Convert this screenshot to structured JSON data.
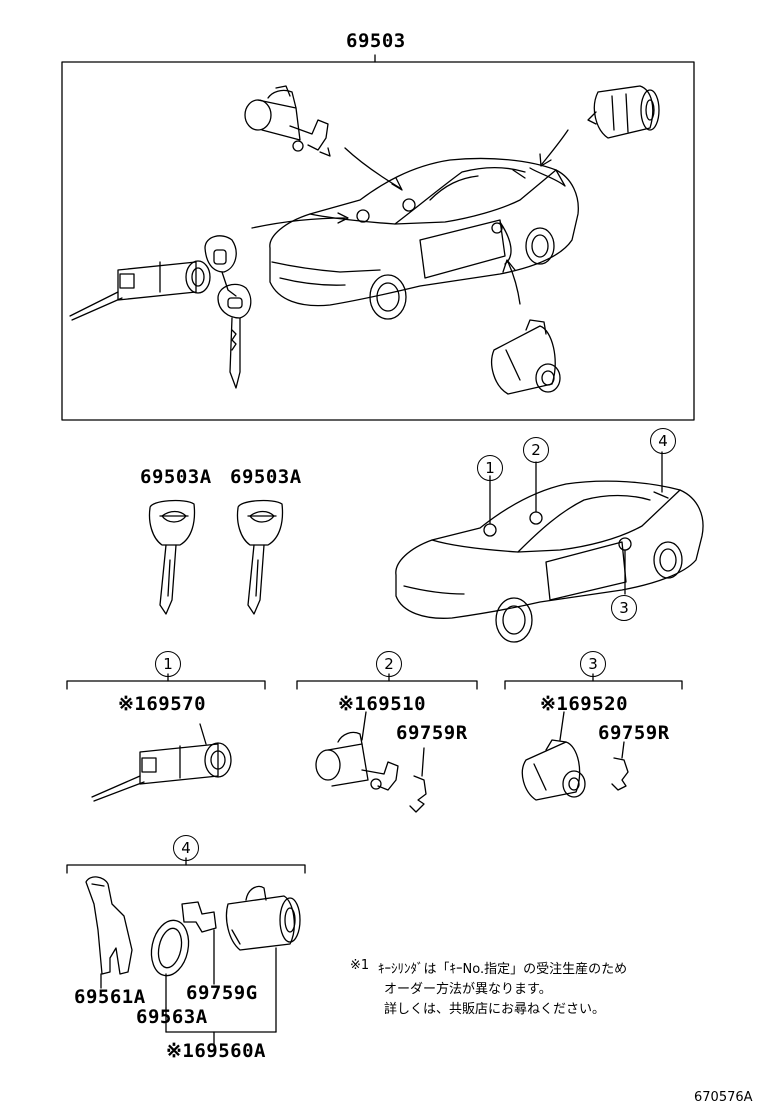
{
  "main_assembly": {
    "part_number": "69503"
  },
  "keys": {
    "left_part_number": "69503A",
    "right_part_number": "69503A"
  },
  "callouts": [
    "1",
    "2",
    "3",
    "4"
  ],
  "groups": [
    {
      "id": "1",
      "parts": [
        "※169570"
      ]
    },
    {
      "id": "2",
      "parts": [
        "※169510",
        "69759R"
      ]
    },
    {
      "id": "3",
      "parts": [
        "※169520",
        "69759R"
      ]
    },
    {
      "id": "4",
      "parts": [
        "69561A",
        "69759G",
        "69563A",
        "※169560A"
      ]
    }
  ],
  "note": {
    "mark": "※1",
    "line1": "ｷｰｼﾘﾝﾀﾞは「ｷｰNo.指定」の受注生産のため",
    "line2": "オーダー方法が異なります。",
    "line3": "詳しくは、共販店にお尋ねください。"
  },
  "figure_code": "670576A"
}
